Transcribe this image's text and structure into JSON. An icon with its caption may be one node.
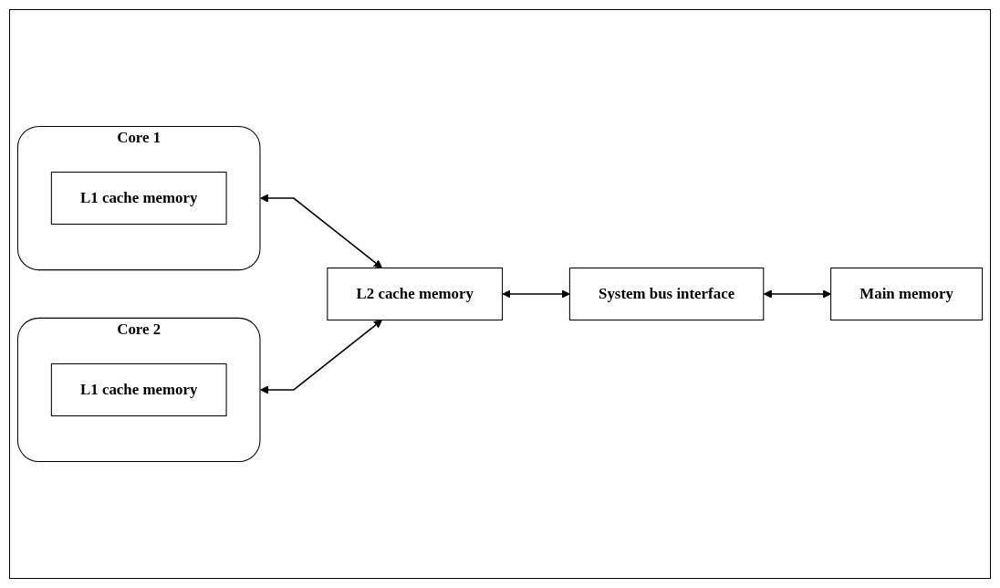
{
  "diagram": {
    "nodes": [
      {
        "text": [
          "Core 1"
        ]
      },
      {
        "text": [
          "L1 cache memory"
        ],
        "in": 0
      },
      {
        "text": [
          "Core 2"
        ]
      },
      {
        "text": [
          "L1 cache memory"
        ],
        "in": 2
      },
      {
        "text": [
          "L2 cache memory"
        ]
      },
      {
        "text": [
          "System bus interface"
        ]
      },
      {
        "text": [
          "Main memory"
        ]
      }
    ],
    "edges": [
      {
        "from": 0,
        "to": 4,
        "arrow": "both"
      },
      {
        "from": 2,
        "to": 4,
        "arrow": "both"
      },
      {
        "from": 4,
        "to": 5,
        "arrow": "both"
      },
      {
        "from": 5,
        "to": 6,
        "arrow": "both"
      }
    ]
  }
}
